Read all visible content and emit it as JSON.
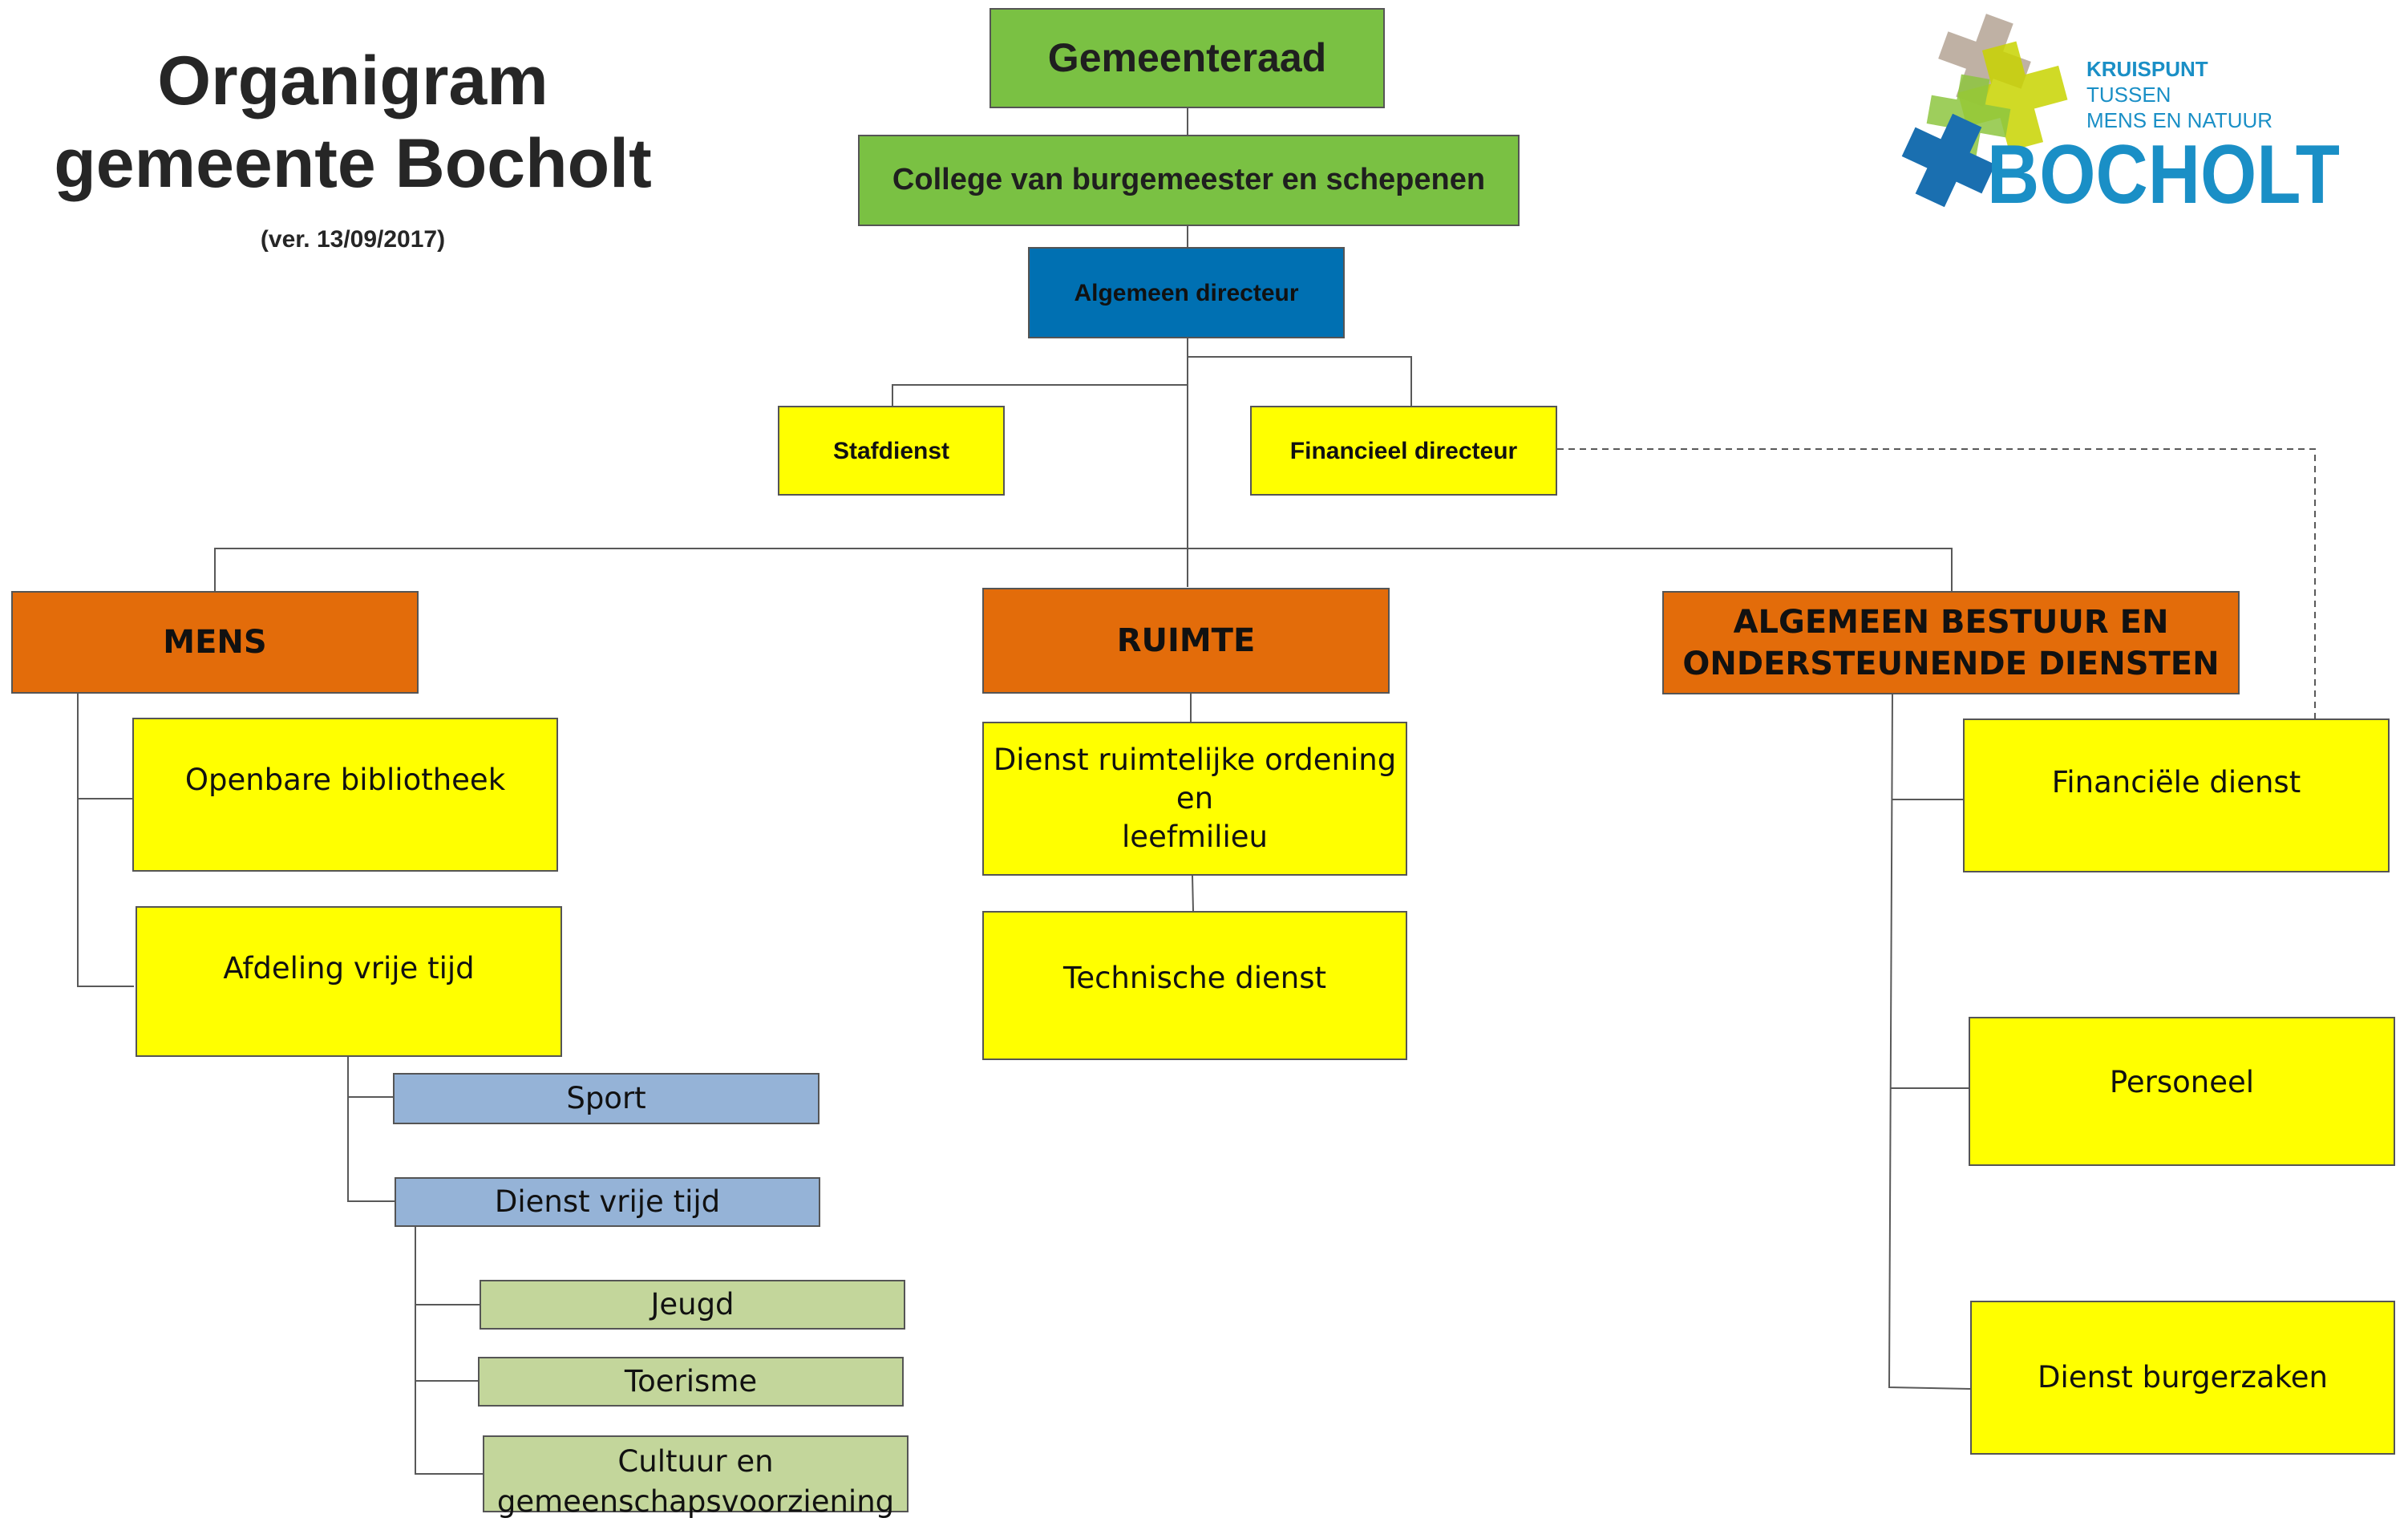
{
  "header": {
    "title_line1": "Organigram",
    "title_line2": "gemeente Bocholt",
    "version": "(ver. 13/09/2017)"
  },
  "logo": {
    "line1": "KRUISPUNT",
    "line2": "TUSSEN",
    "line3": "MENS EN NATUUR",
    "wordmark": "BOCHOLT",
    "icon": "star-cross-logo-icon"
  },
  "top": {
    "gemeenteraad": "Gemeenteraad",
    "college": "College van burgemeester en schepenen",
    "directeur": "Algemeen directeur",
    "stafdienst": "Stafdienst",
    "financieel_directeur": "Financieel directeur"
  },
  "departments": {
    "mens": {
      "label": "MENS",
      "bibliotheek": "Openbare bibliotheek",
      "vrije_tijd": "Afdeling vrije tijd",
      "sport": "Sport",
      "dienst_vrije_tijd": "Dienst vrije tijd",
      "jeugd": "Jeugd",
      "toerisme": "Toerisme",
      "cultuur_line1": "Cultuur en",
      "cultuur_line2": "gemeenschapsvoorziening"
    },
    "ruimte": {
      "label": "RUIMTE",
      "ro_line1": "Dienst ruimtelijke ordening en",
      "ro_line2": "leefmilieu",
      "technische": "Technische dienst"
    },
    "bestuur": {
      "label_line1": "ALGEMEEN BESTUUR EN",
      "label_line2": "ONDERSTEUNENDE DIENSTEN",
      "financiele": "Financiële dienst",
      "personeel": "Personeel",
      "burgerzaken": "Dienst burgerzaken"
    }
  },
  "colors": {
    "green": "#7ac143",
    "blue": "#0070b2",
    "orange": "#e36c0a",
    "yellow": "#ffff00",
    "light_blue": "#95b3d7",
    "light_green": "#c3d69b",
    "logo_blue": "#1a8fc6"
  }
}
